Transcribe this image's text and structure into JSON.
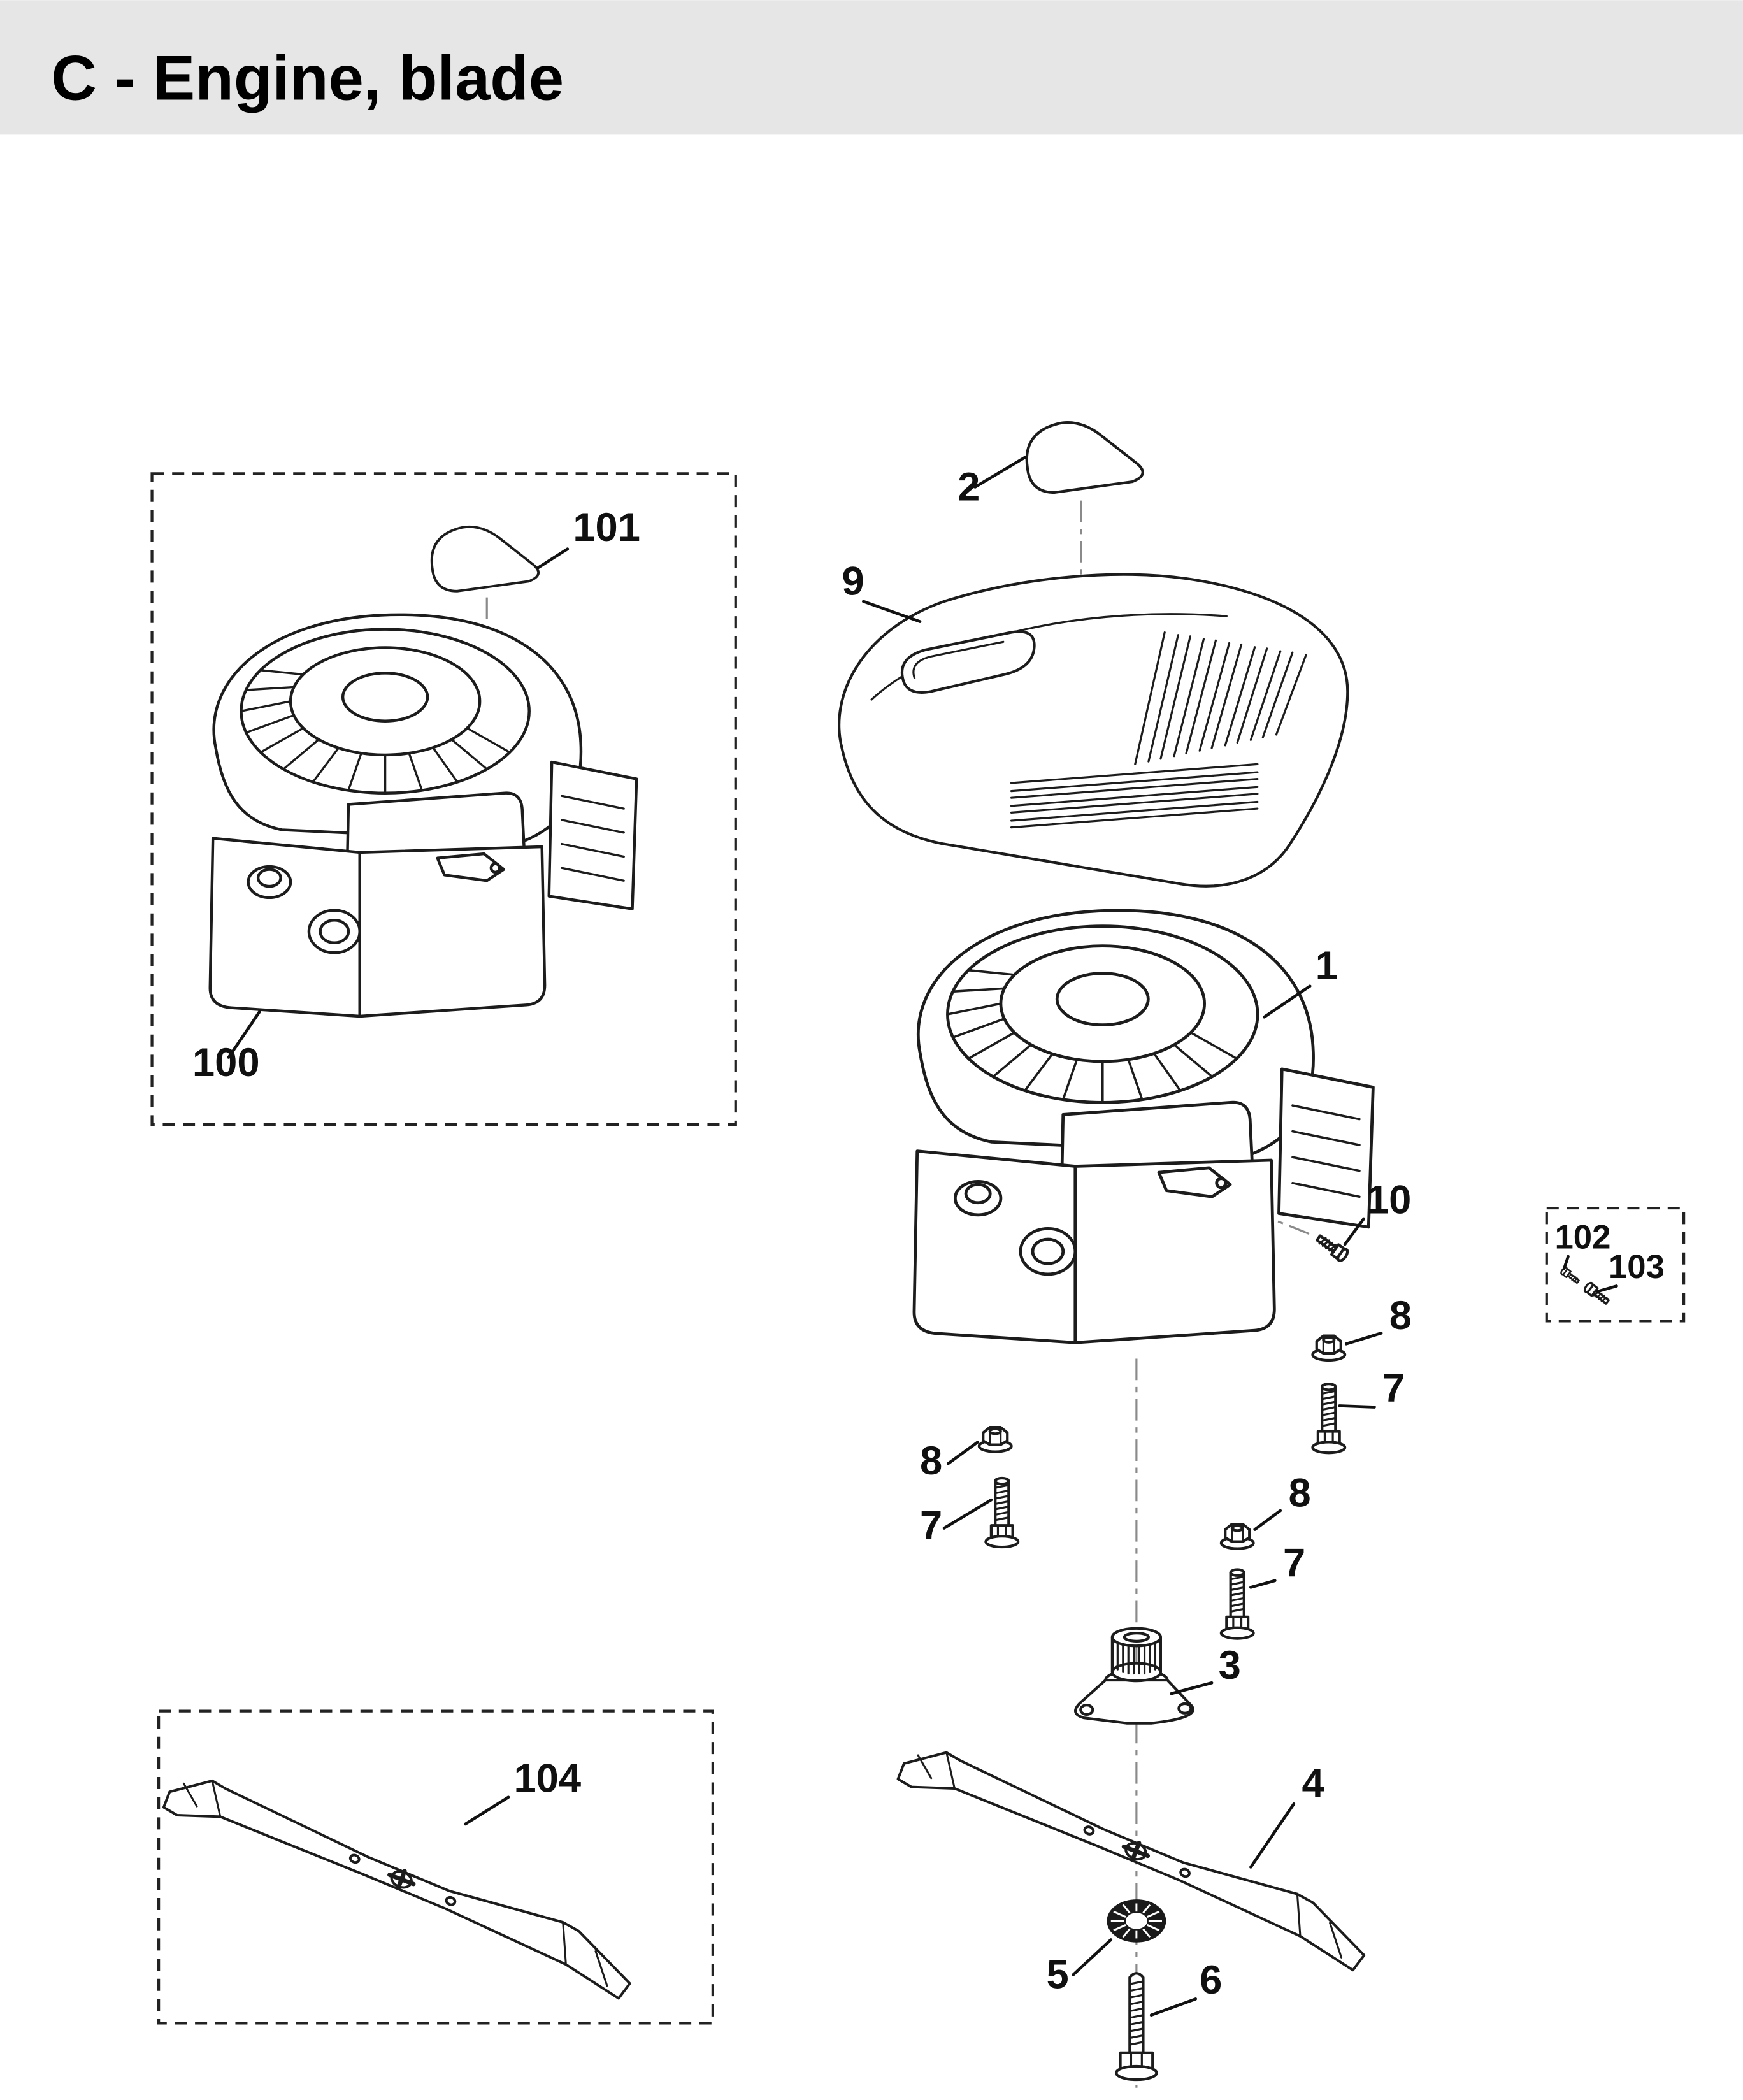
{
  "page": {
    "title": "C - Engine, blade",
    "background": "#ffffff",
    "header_bg": "#e6e6e6",
    "line_color": "#1c1c1c"
  },
  "callouts": {
    "engine_boxed": "100",
    "cover_plate_boxed": "101",
    "cover_plate": "2",
    "engine_cover": "9",
    "engine": "1",
    "screw": "10",
    "screw_a": "102",
    "screw_b": "103",
    "nut_right": "8",
    "bolt_right": "7",
    "nut_left": "8",
    "bolt_left": "7",
    "nut_mid": "8",
    "bolt_mid": "7",
    "blade_adapter": "3",
    "blade": "4",
    "washer": "5",
    "blade_bolt": "6",
    "blade_boxed": "104"
  }
}
